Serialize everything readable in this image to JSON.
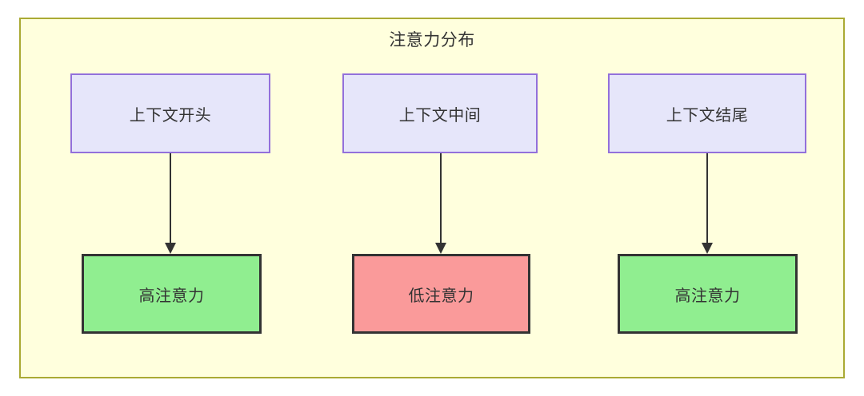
{
  "diagram": {
    "type": "flowchart",
    "direction": "top-down",
    "background_color": "#ffffff",
    "container": {
      "title": "注意力分布",
      "fill_color": "#ffffdd",
      "border_color": "#aaaa33"
    },
    "nodes": [
      {
        "id": "ctx-start",
        "label": "上下文开头",
        "row": "top",
        "fill_color": "#e6e6fa",
        "border_color": "#9370db"
      },
      {
        "id": "ctx-mid",
        "label": "上下文中间",
        "row": "top",
        "fill_color": "#e6e6fa",
        "border_color": "#9370db"
      },
      {
        "id": "ctx-end",
        "label": "上下文结尾",
        "row": "top",
        "fill_color": "#e6e6fa",
        "border_color": "#9370db"
      },
      {
        "id": "attn-high-1",
        "label": "高注意力",
        "row": "bottom",
        "fill_color": "#90ee90",
        "border_color": "#333333"
      },
      {
        "id": "attn-low",
        "label": "低注意力",
        "row": "bottom",
        "fill_color": "#fa9a9a",
        "border_color": "#333333"
      },
      {
        "id": "attn-high-2",
        "label": "高注意力",
        "row": "bottom",
        "fill_color": "#90ee90",
        "border_color": "#333333"
      }
    ],
    "edges": [
      {
        "from": "ctx-start",
        "to": "attn-high-1",
        "label": "",
        "arrow": "single",
        "color": "#333333"
      },
      {
        "from": "ctx-mid",
        "to": "attn-low",
        "label": "",
        "arrow": "single",
        "color": "#333333"
      },
      {
        "from": "ctx-end",
        "to": "attn-high-2",
        "label": "",
        "arrow": "single",
        "color": "#333333"
      }
    ]
  }
}
